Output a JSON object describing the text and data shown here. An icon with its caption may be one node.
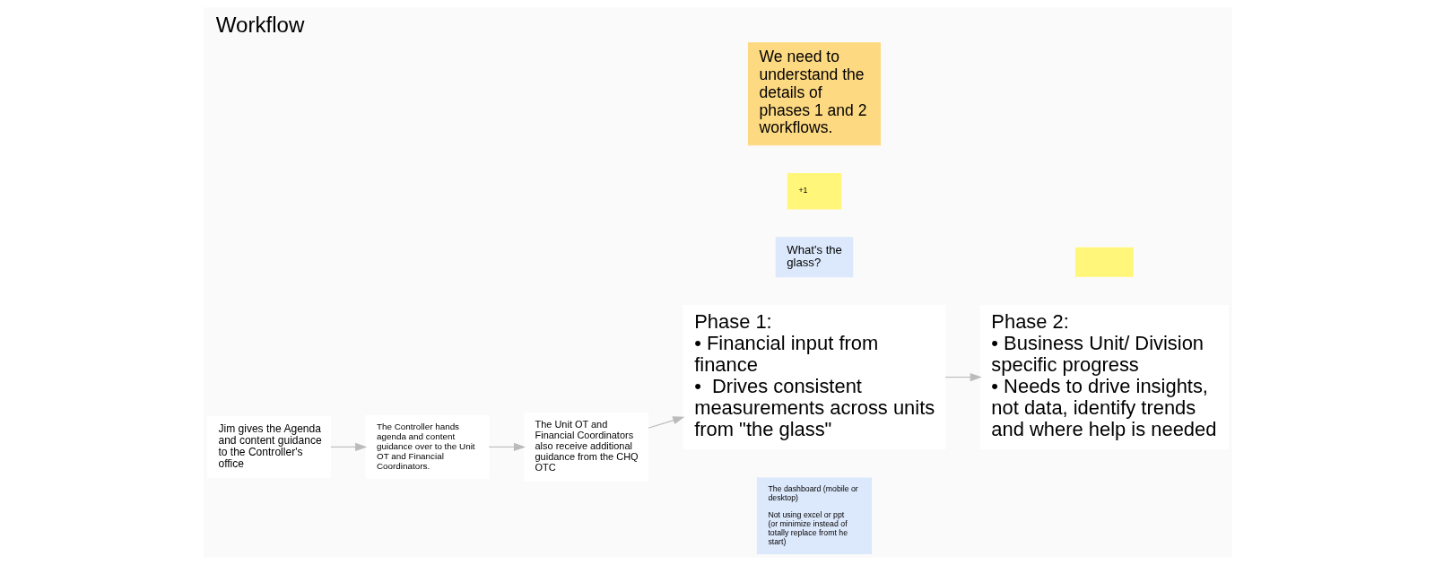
{
  "diagram": {
    "title": "Workflow",
    "nodes": [
      {
        "text": [
          "Jim gives the Agenda and content guidance to the Controller's office"
        ]
      },
      {
        "text": [
          "The Controller hands agenda and content guidance over to the Unit OT and Financial Coordinators."
        ]
      },
      {
        "text": [
          "The Unit OT and Financial Coordinators also receive additional guidance from the CHQ OTC"
        ]
      },
      {
        "text": [
          "Phase 1:",
          "• Financial input from finance",
          "•  Drives consistent measurements across units from \"the glass\""
        ]
      },
      {
        "text": [
          "Phase 2:",
          "• Business Unit/ Division specific progress",
          "• Needs to drive insights, not data, identify trends and where help is needed"
        ]
      },
      {
        "text": [
          "What's the glass?"
        ]
      },
      {
        "text": [
          "The dashboard (mobile or desktop)",
          "Not using excel or ppt (or minimize instead of totally replace fromt he start)"
        ]
      },
      {
        "text": [
          "+1"
        ]
      },
      {
        "text": [
          "We need to understand the details of phases 1 and 2 workflows."
        ]
      },
      {
        "text": [],
        "shape": "box"
      }
    ],
    "edges": [
      {
        "from": 0,
        "to": 1,
        "arrow": "to"
      },
      {
        "from": 1,
        "to": 2,
        "arrow": "to"
      },
      {
        "from": 2,
        "to": 3,
        "arrow": "to"
      },
      {
        "from": 3,
        "to": 4,
        "arrow": "to"
      }
    ]
  }
}
